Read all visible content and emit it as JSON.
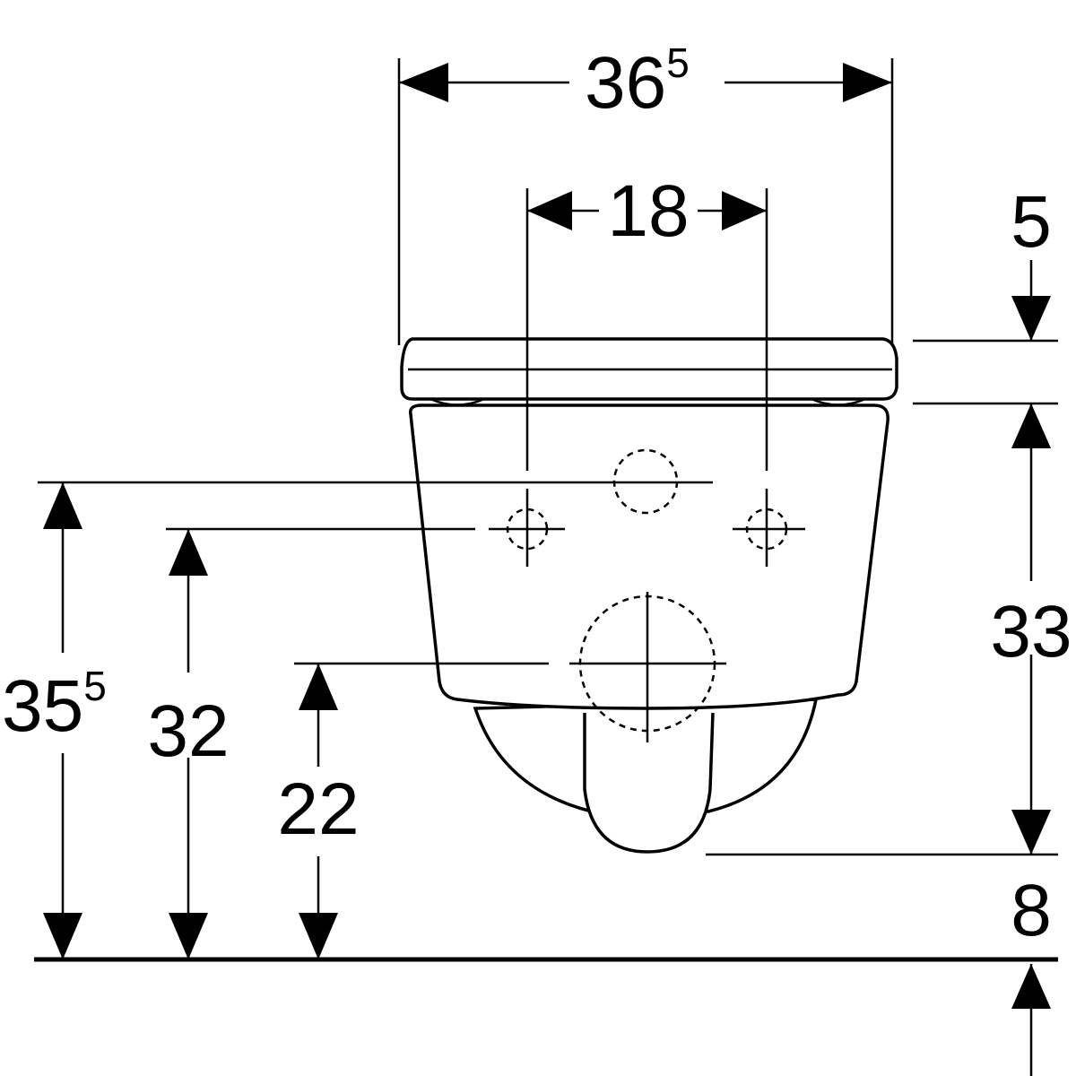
{
  "dimensions": {
    "overall_width": {
      "main": "36",
      "sup": "5"
    },
    "fixing_distance": {
      "main": "18"
    },
    "seat_thickness": {
      "main": "5"
    },
    "bowl_height": {
      "main": "33"
    },
    "bottom_clearance": {
      "main": "8"
    },
    "top_height": {
      "main": "35",
      "sup": "5"
    },
    "fixing_height": {
      "main": "32"
    },
    "outlet_height": {
      "main": "22"
    }
  }
}
